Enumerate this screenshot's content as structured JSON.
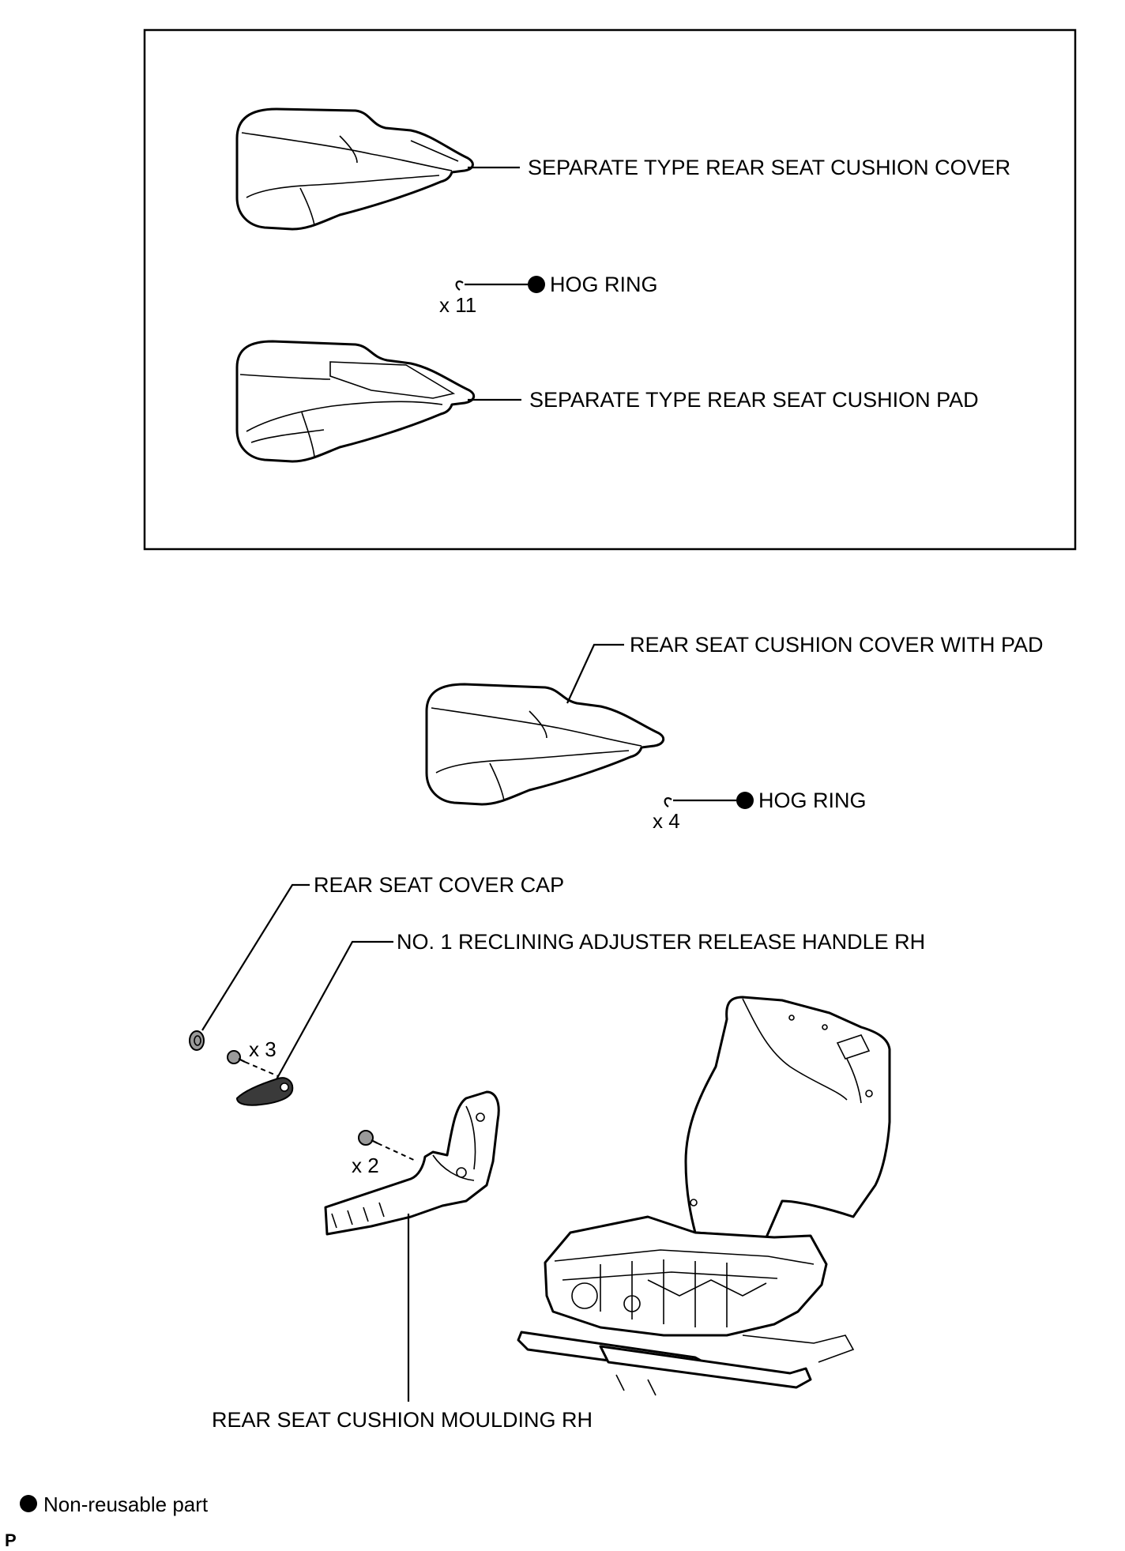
{
  "diagram": {
    "upper_box": {
      "cover_label": "SEPARATE TYPE REAR SEAT CUSHION COVER",
      "hog_ring_label": "HOG RING",
      "hog_ring_qty": "x 11",
      "pad_label": "SEPARATE TYPE REAR SEAT CUSHION PAD"
    },
    "lower": {
      "cover_with_pad_label": "REAR SEAT CUSHION COVER WITH PAD",
      "hog_ring_label": "HOG RING",
      "hog_ring_qty": "x 4",
      "cover_cap_label": "REAR SEAT COVER CAP",
      "release_handle_label": "NO. 1 RECLINING ADJUSTER RELEASE HANDLE RH",
      "screw_qty_handle": "x 3",
      "screw_qty_moulding": "x 2",
      "moulding_label": "REAR SEAT CUSHION MOULDING RH"
    },
    "legend": {
      "non_reusable_label": "Non-reusable part"
    },
    "page_code": "P"
  }
}
